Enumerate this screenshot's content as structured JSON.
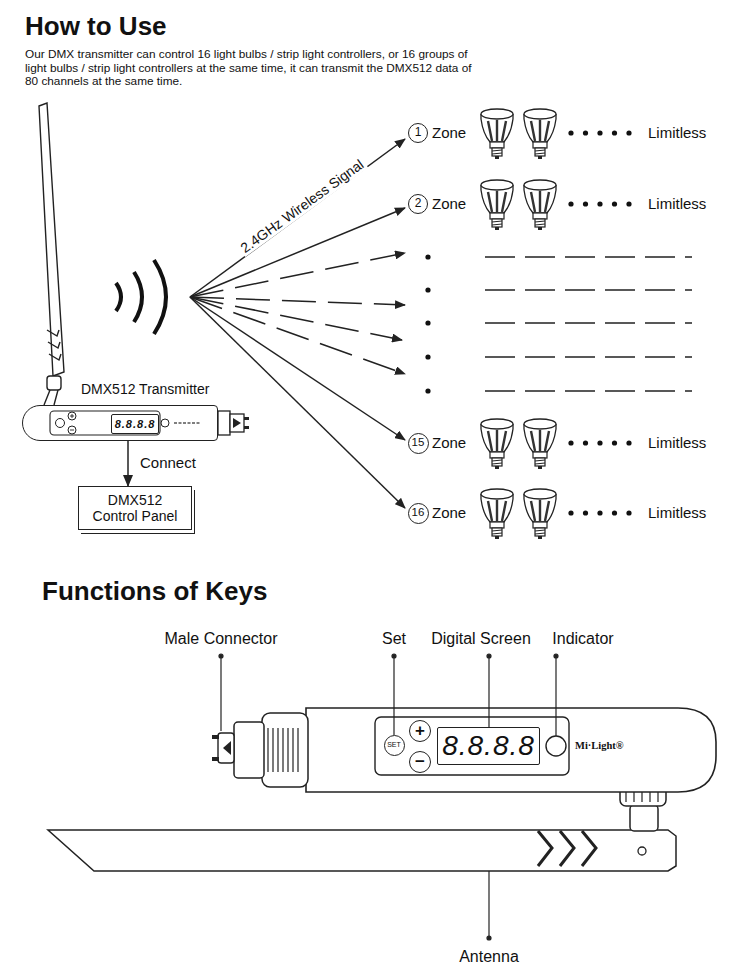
{
  "diagram": {
    "title": "How to Use",
    "nodes": [
      {
        "text": [
          "DMX512 Transmitter"
        ]
      },
      {
        "text": [
          "8.8.8.8"
        ],
        "in": 0
      },
      {
        "text": [
          "DMX512 Control Panel"
        ]
      },
      {
        "text": [
          "1"
        ]
      },
      {
        "text": [
          "2"
        ]
      },
      {
        "text": [
          "15"
        ]
      },
      {
        "text": [
          "16"
        ]
      },
      {
        "text": [
          "SET"
        ]
      },
      {
        "text": [
          "+"
        ]
      },
      {
        "text": [
          "−"
        ]
      },
      {
        "text": [
          "8.8.8.8"
        ]
      }
    ],
    "edges": [
      {
        "from": 0,
        "to": 2,
        "arrow": "to",
        "label": "Connect"
      }
    ],
    "labels": [
      "Our DMX transmitter can control 16 light bulbs / strip light controllers, or 16 groups of light bulbs / strip light controllers at the same time, it can transmit the DMX512 data of 80 channels at the same time.",
      "2.4GHz Wireless Signal",
      "Zone",
      "Zone",
      "Zone",
      "Zone",
      "Limitless",
      "Limitless",
      "Limitless",
      "Limitless",
      "Functions of Keys",
      "Male Connector",
      "Set",
      "Digital Screen",
      "Indicator",
      "Mi·Light®",
      "Antenna"
    ]
  }
}
